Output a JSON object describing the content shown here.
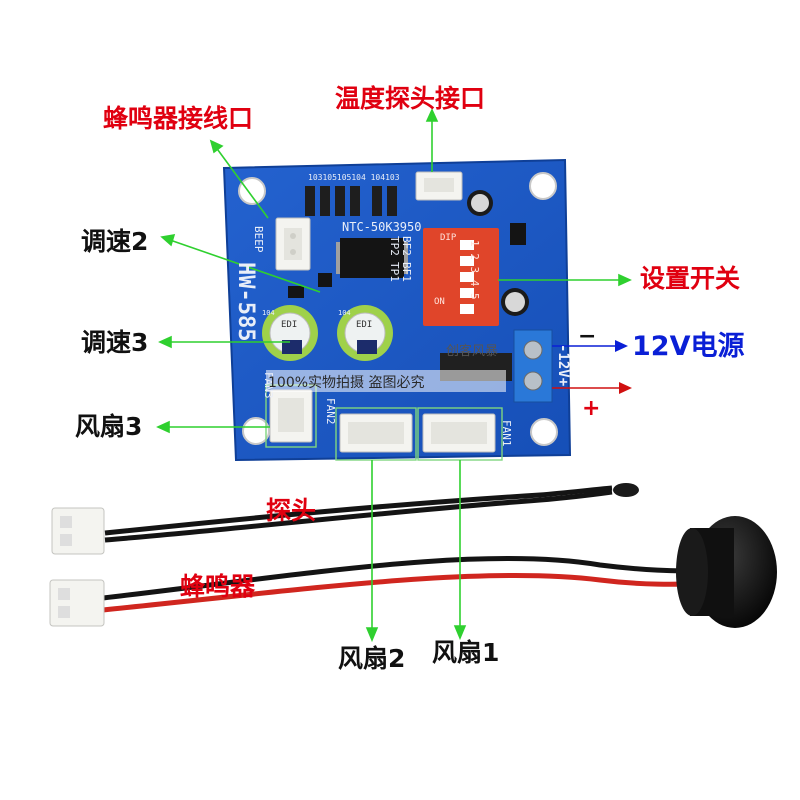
{
  "labels": {
    "buzzer_port": "蜂鸣器接线口",
    "temp_probe_port": "温度探头接口",
    "speed2": "调速2",
    "speed3": "调速3",
    "fan3": "风扇3",
    "dip_switch": "设置开关",
    "power": "12V电源",
    "minus": "−",
    "plus": "+",
    "probe": "探头",
    "buzzer": "蜂鸣器",
    "fan2": "风扇2",
    "fan1": "风扇1"
  },
  "board_silkscreen": {
    "model": "HW-585",
    "beep": "BEEP",
    "ntc": "NTC-50K3950",
    "fan1": "FAN1",
    "fan2": "FAN2",
    "fan3": "FAN3",
    "power": "-12V+",
    "resistors": "103105105104 104103",
    "bf2": "BF2",
    "bf1": "BF1",
    "tp2": "TP2",
    "tp1": "TP1",
    "dip_on": "ON",
    "dip_numbers": "1 2 3 4 5",
    "dip_brand": "DIP",
    "pot_marking": "104",
    "pot_text": "EDI"
  },
  "watermark": {
    "main": "100%实物拍摄 盗图必究",
    "shop": "创客风暴"
  },
  "colors": {
    "board": "#1b57c4",
    "annotation_red": "#e00010",
    "annotation_blue": "#0a1fd6",
    "arrow_green": "#2fd02f",
    "arrow_red": "#d01010",
    "connector": "#f4f4f0",
    "dip_red": "#e0452a",
    "terminal_blue": "#2a78d8"
  }
}
